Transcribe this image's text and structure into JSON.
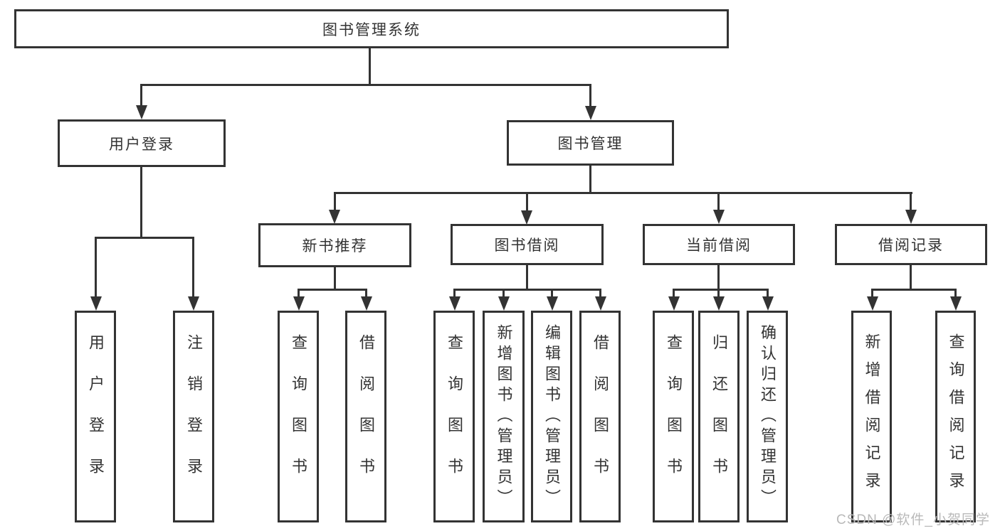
{
  "diagram": {
    "root": {
      "label": "图书管理系统"
    },
    "branches": [
      {
        "label": "用户登录",
        "children": [
          {
            "label": "用户登录"
          },
          {
            "label": "注销登录"
          }
        ]
      },
      {
        "label": "图书管理",
        "children": [
          {
            "label": "新书推荐",
            "children": [
              {
                "label": "查询图书"
              },
              {
                "label": "借阅图书"
              }
            ]
          },
          {
            "label": "图书借阅",
            "children": [
              {
                "label": "查询图书"
              },
              {
                "label": "新增图书（管理员）"
              },
              {
                "label": "编辑图书（管理员）"
              },
              {
                "label": "借阅图书"
              }
            ]
          },
          {
            "label": "当前借阅",
            "children": [
              {
                "label": "查询图书"
              },
              {
                "label": "归还图书"
              },
              {
                "label": "确认归还（管理员）"
              }
            ]
          },
          {
            "label": "借阅记录",
            "children": [
              {
                "label": "新增借阅记录"
              },
              {
                "label": "查询借阅记录"
              }
            ]
          }
        ]
      }
    ]
  },
  "watermark": {
    "text": "CSDN @软件_小贺同学"
  },
  "colors": {
    "line": "#333333",
    "box_background": "#ffffff",
    "text": "#333333",
    "watermark": "#b9b9b9",
    "page_background": "#ffffff"
  }
}
